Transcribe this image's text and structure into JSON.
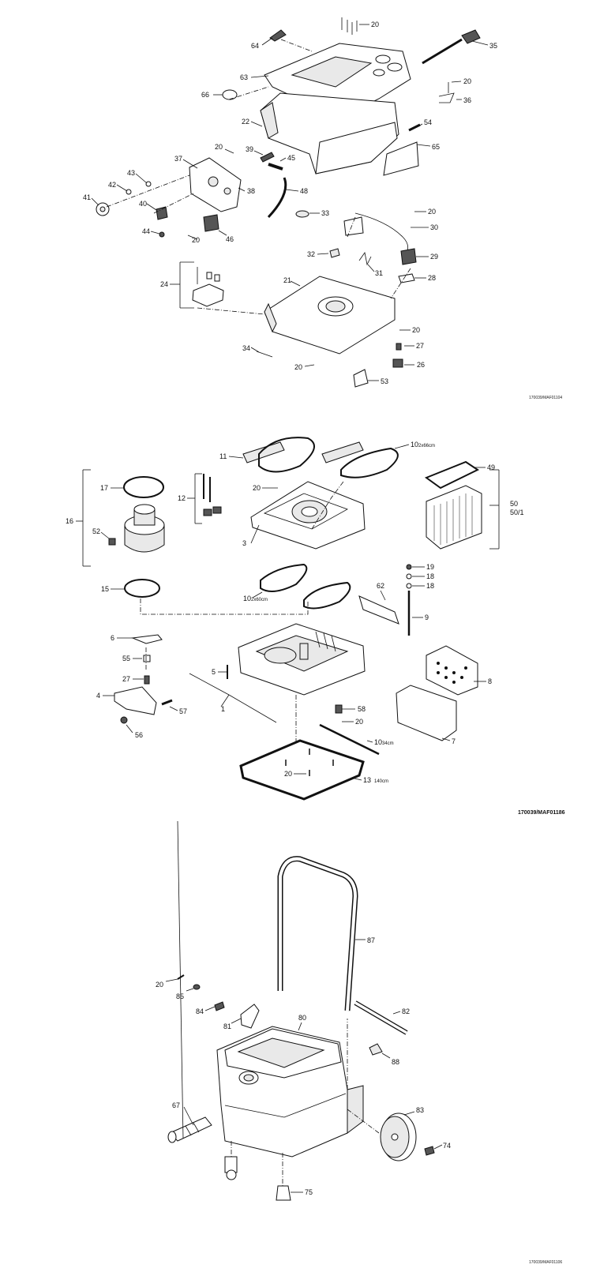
{
  "panels": [
    {
      "id": "top-assembly",
      "code": "170039/MAF01104",
      "labels": [
        "20",
        "35",
        "64",
        "63",
        "20",
        "36",
        "66",
        "22",
        "54",
        "65",
        "20",
        "39",
        "37",
        "45",
        "43",
        "42",
        "41",
        "40",
        "44",
        "20",
        "38",
        "48",
        "46",
        "33",
        "20",
        "30",
        "29",
        "28",
        "31",
        "32",
        "24",
        "21",
        "20",
        "34",
        "27",
        "20",
        "26",
        "53"
      ]
    },
    {
      "id": "middle-assembly",
      "code": "170039/MAF01186",
      "labels": [
        "11",
        "10",
        "20",
        "12",
        "16",
        "17",
        "52",
        "3",
        "15",
        "10",
        "49",
        "50",
        "50/1",
        "19",
        "18",
        "18",
        "62",
        "9",
        "6",
        "55",
        "27",
        "5",
        "4",
        "57",
        "56",
        "1",
        "58",
        "20",
        "8",
        "7",
        "10",
        "20",
        "13"
      ],
      "sizes": {
        "gasket_10_top": "2x66cm",
        "gasket_10_bottom": "2x60cm",
        "strip_10_side": "34cm",
        "gasket_13": "140cm"
      }
    },
    {
      "id": "bottom-assembly",
      "code": "170039/MAF01106",
      "labels": [
        "87",
        "20",
        "85",
        "84",
        "81",
        "80",
        "82",
        "88",
        "67",
        "83",
        "74",
        "75"
      ]
    }
  ]
}
